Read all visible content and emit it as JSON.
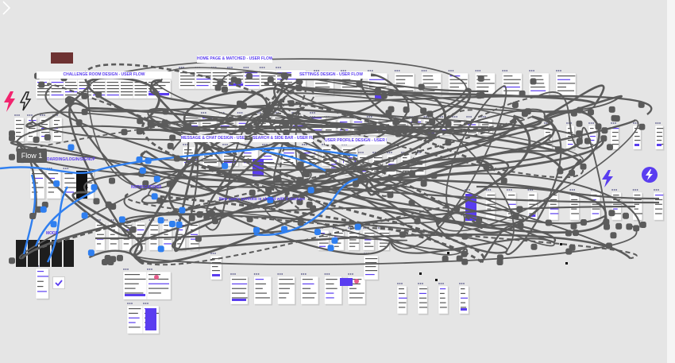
{
  "canvas": {
    "background": "#e5e5e5"
  },
  "colors": {
    "accent": "#5a3df0",
    "flow_blue": "#2f7ff0",
    "connector": "#5b5b5b",
    "magenta_bolt": "#f2246e"
  },
  "flow_badge": {
    "label": "Flow 1"
  },
  "section_labels": {
    "challenge_room": "CHALLENGE ROOM DESIGN - USER FLOW",
    "home_page": "HOME PAGE & MATCHED - USER FLOW",
    "settings": "SETTINGS DESIGN - USER FLOW",
    "message_chat": "MESSAGE & CHAT DESIGN - USER FLOW",
    "search_side_bar": "SEARCH & SIDE BAR - USER FLOW",
    "user_profile": "USER PROFILE DESIGN - USER FLOW"
  },
  "floating_labels": {
    "onboarding": "BOARDING/LOGIN/SIGNUP",
    "portfolio_note": "New user's portfolio is shared with 2 startups",
    "notifications": "NOTIFICATIONS",
    "mode": "MODE"
  },
  "icons": {
    "magenta_bolt": "lightning-bolt-icon",
    "outline_bolt": "lightning-bolt-outline-icon",
    "check": "check-icon",
    "next": "chevron-right-icon",
    "bolt_logo": "lightning-logo-icon"
  }
}
